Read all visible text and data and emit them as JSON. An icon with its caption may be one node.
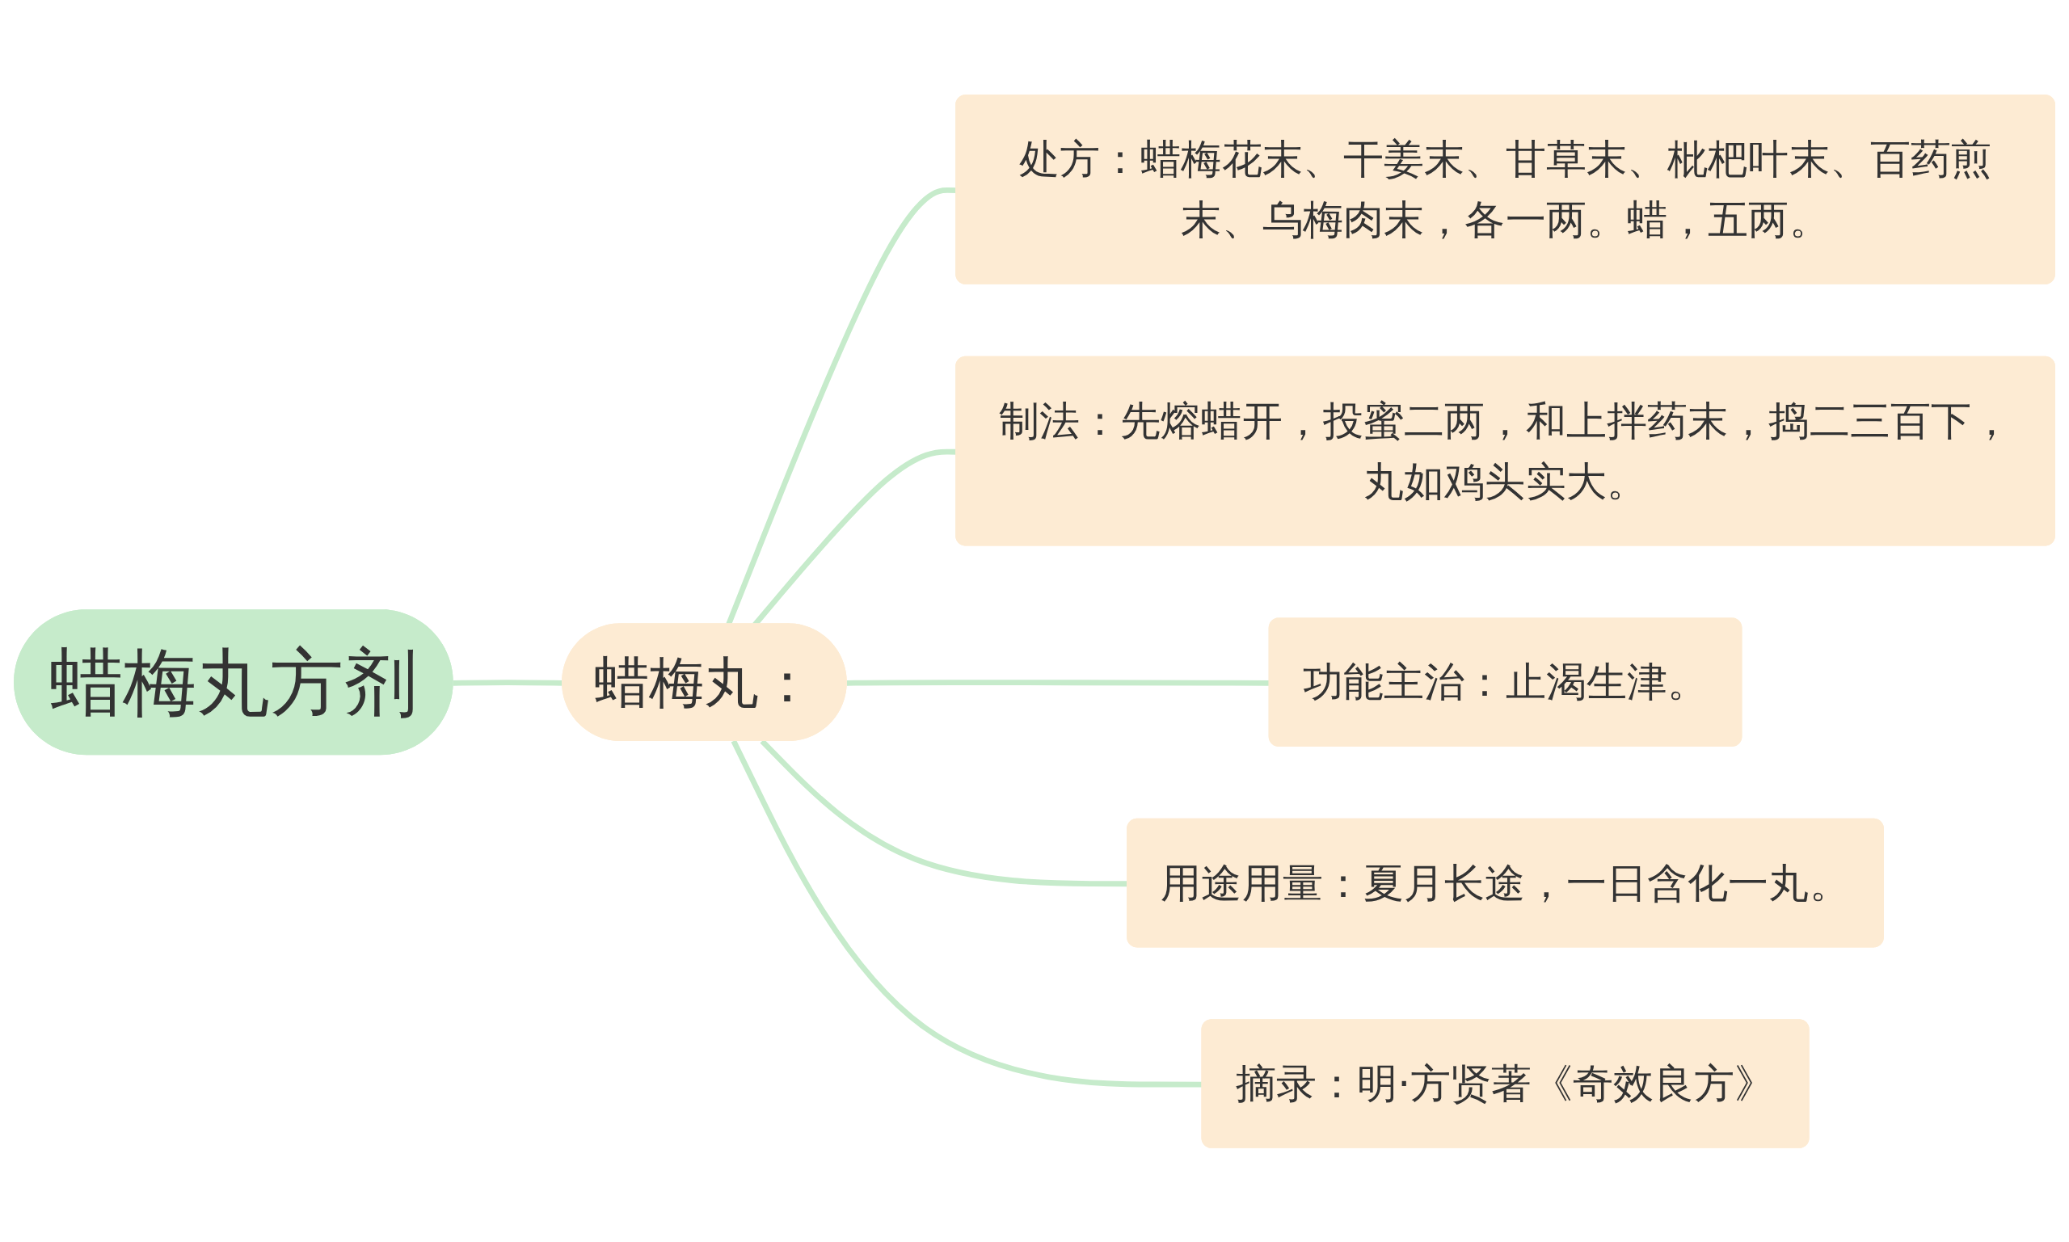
{
  "diagram": {
    "nodes": [
      {
        "text": [
          "蜡梅丸方剂"
        ]
      },
      {
        "text": [
          "蜡梅丸："
        ]
      },
      {
        "text": [
          "处方：蜡梅花末、干姜末、甘草末、枇杷叶末、百药煎末、乌梅肉末，各一两。蜡，五两。"
        ]
      },
      {
        "text": [
          "制法：先熔蜡开，投蜜二两，和上拌药末，捣二三百下，丸如鸡头实大。"
        ]
      },
      {
        "text": [
          "功能主治：止渴生津。"
        ]
      },
      {
        "text": [
          "用途用量：夏月长途，一日含化一丸。"
        ]
      },
      {
        "text": [
          "摘录：明·方贤著《奇效良方》"
        ]
      }
    ],
    "edges": [
      {
        "from": 0,
        "to": 1,
        "arrow": "none"
      },
      {
        "from": 1,
        "to": 2,
        "arrow": "none"
      },
      {
        "from": 1,
        "to": 3,
        "arrow": "none"
      },
      {
        "from": 1,
        "to": 4,
        "arrow": "none"
      },
      {
        "from": 1,
        "to": 5,
        "arrow": "none"
      },
      {
        "from": 1,
        "to": 6,
        "arrow": "none"
      }
    ]
  }
}
